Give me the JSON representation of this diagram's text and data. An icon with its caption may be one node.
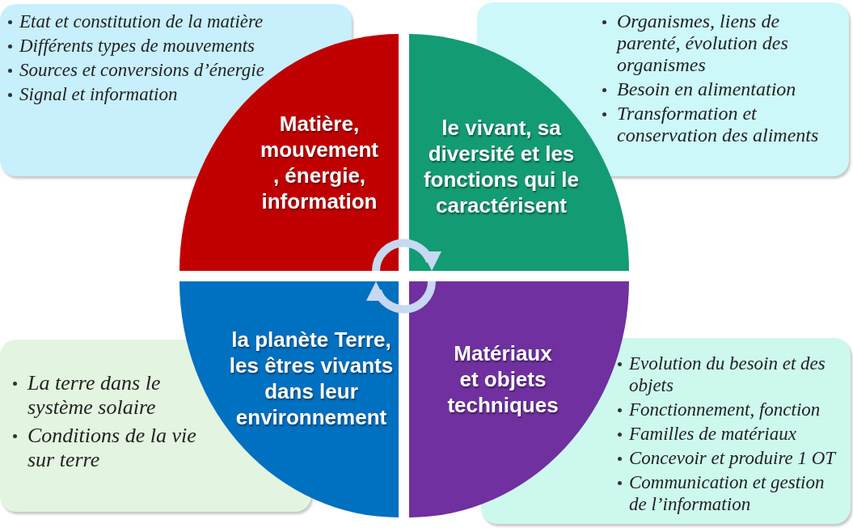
{
  "diagram": {
    "nodes": [
      {
        "text": [
          "Etat et constitution de la matière",
          "Différents types de mouvements",
          "Sources et conversions d’énergie",
          "Signal et information"
        ]
      },
      {
        "text": [
          "Matière, mouvement , énergie, information"
        ]
      },
      {
        "text": [
          "le vivant, sa diversité et les fonctions qui le caractérisent"
        ]
      },
      {
        "text": [
          "Organismes, liens de parenté, évolution des organismes",
          "Besoin en alimentation",
          "Transformation et conservation des aliments"
        ]
      },
      {
        "text": [
          "La terre dans le système solaire",
          "Conditions de la vie sur terre"
        ]
      },
      {
        "text": [
          "la planète Terre, les êtres vivants dans leur environnement"
        ]
      },
      {
        "text": [
          "Matériaux et objets techniques"
        ]
      },
      {
        "text": [
          "Evolution du besoin et des objets",
          "Fonctionnement, fonction",
          "Familles de matériaux",
          "Concevoir et produire 1 OT",
          "Communication et gestion de l’information"
        ]
      }
    ],
    "edges": [
      {
        "from": 1,
        "to": 2,
        "arrow": "to"
      },
      {
        "from": 6,
        "to": 5,
        "arrow": "to"
      }
    ]
  }
}
